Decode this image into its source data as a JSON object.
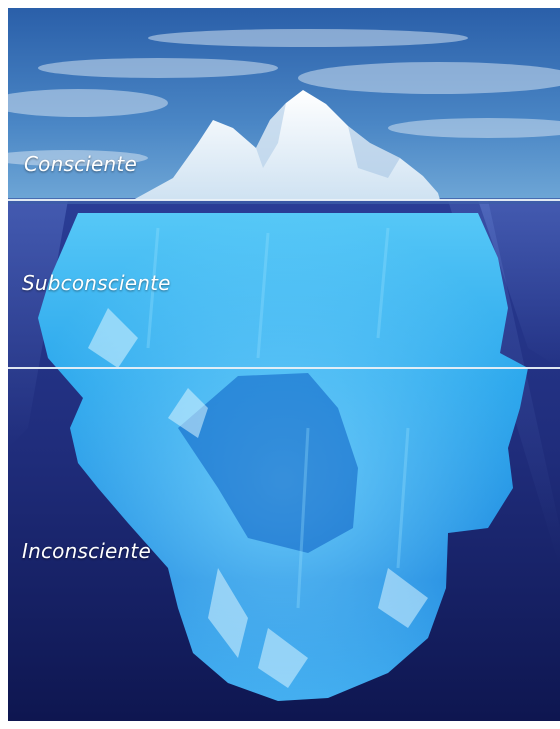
{
  "layers": [
    {
      "id": "conscious",
      "label": "Consciente"
    },
    {
      "id": "subconscious",
      "label": "Subconsciente"
    },
    {
      "id": "unconscious",
      "label": "Inconsciente"
    }
  ],
  "colors": {
    "sky_top": "#2a5fa9",
    "sky_bottom": "#6ea6d6",
    "water_top": "#2a3d96",
    "water_bottom": "#0e1650",
    "ice_light": "#eaf3fb",
    "ice_mid": "#3bb6ef",
    "ice_deep": "#0c6fd0",
    "divider": "#e9f0f7",
    "label": "#ffffff"
  }
}
